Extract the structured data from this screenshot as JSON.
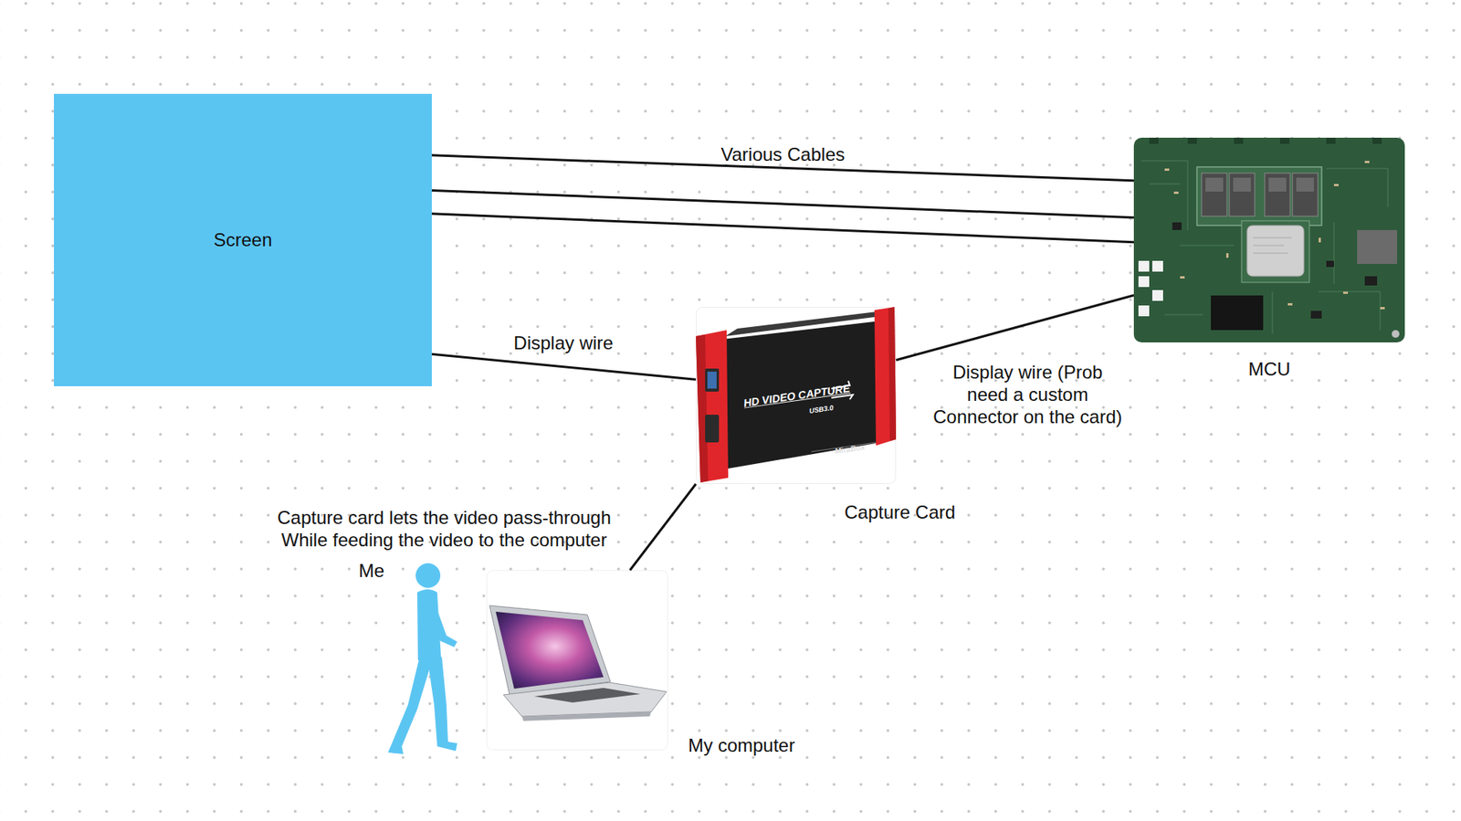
{
  "diagram": {
    "nodes": [
      {
        "text": [
          "Screen"
        ]
      },
      {
        "text": [
          "MCU"
        ]
      },
      {
        "text": [
          "Capture Card"
        ]
      },
      {
        "text": [
          "Me"
        ]
      },
      {
        "text": [
          "My computer"
        ]
      }
    ],
    "edges": [
      {
        "from": 0,
        "to": 1,
        "arrow": "none",
        "label": "Various Cables"
      },
      {
        "from": 0,
        "to": 1,
        "arrow": "none"
      },
      {
        "from": 0,
        "to": 1,
        "arrow": "none"
      },
      {
        "from": 0,
        "to": 2,
        "arrow": "none",
        "label": "Display wire"
      },
      {
        "from": 1,
        "to": 2,
        "arrow": "none",
        "label": "Display wire (Prob need a custom Connector on the card)"
      },
      {
        "from": 2,
        "to": 4,
        "arrow": "none"
      }
    ],
    "labels": [
      "Capture card lets the video pass-through While feeding the video to the computer",
      "HD VIDEO CAPTURE",
      "USB3.0",
      "MiraBox"
    ]
  }
}
